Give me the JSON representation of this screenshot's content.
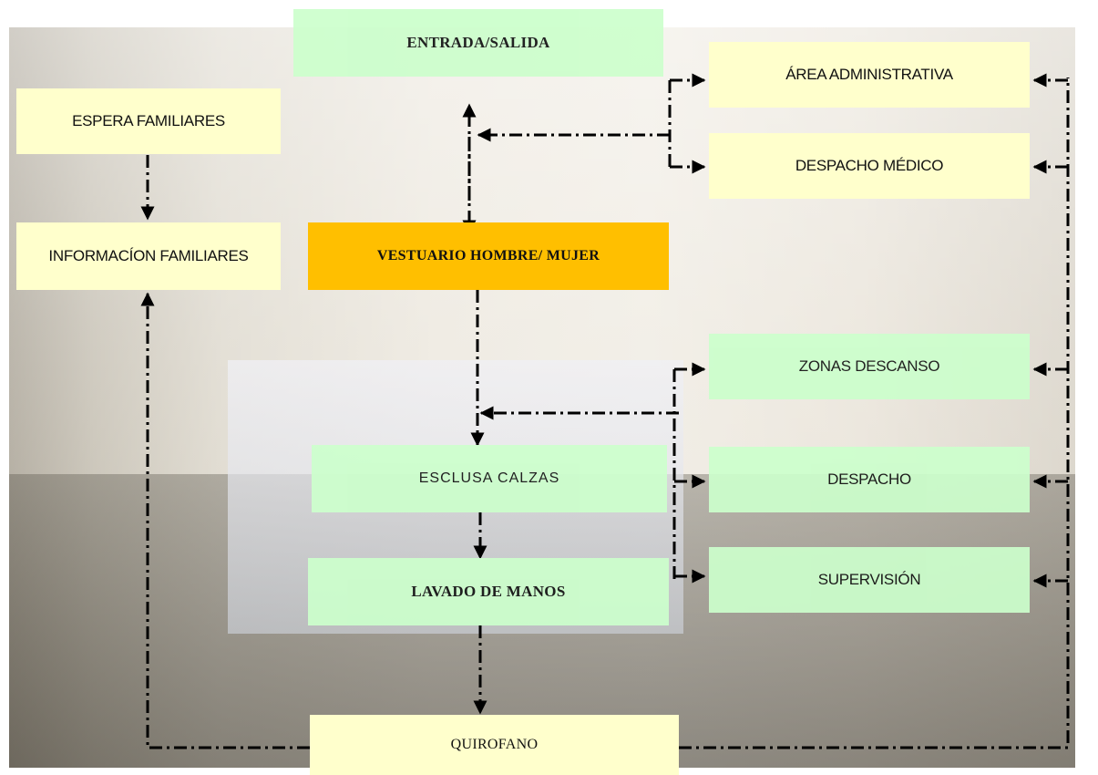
{
  "nodes": {
    "entrada": "ENTRADA/SALIDA",
    "espera": "ESPERA FAMILIARES",
    "informacion": "INFORMACÍON FAMILIARES",
    "vestuario": "VESTUARIO HOMBRE/ MUJER",
    "esclusa": "ESCLUSA CALZAS",
    "lavado": "LAVADO DE MANOS",
    "quirofano": "QUIROFANO",
    "area_admin": "ÁREA ADMINISTRATIVA",
    "despacho_medico": "DESPACHO MÉDICO",
    "zonas_descanso": "ZONAS DESCANSO",
    "despacho": "DESPACHO",
    "supervision": "SUPERVISIÓN"
  },
  "colors": {
    "yellow_box": "#ffffcc",
    "green_box": "#ccffcc",
    "highlight_box": "#ffbf00",
    "connector": "#000000"
  }
}
